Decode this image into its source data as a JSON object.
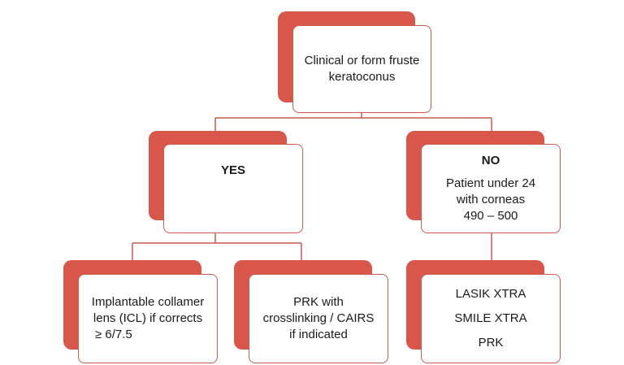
{
  "root": {
    "lines": [
      "Clinical or form fruste",
      "keratoconus"
    ]
  },
  "yes": {
    "heading": "YES"
  },
  "no": {
    "heading": "NO",
    "lines": [
      "Patient under 24",
      "with corneas",
      "490 – 500"
    ]
  },
  "yes_left": {
    "lines": [
      "Implantable collamer",
      "lens (ICL) if corrects",
      "≥ 6/7.5"
    ]
  },
  "yes_right": {
    "lines": [
      "PRK with",
      "crosslinking / CAIRS",
      "if indicated"
    ]
  },
  "no_child": {
    "lines": [
      "LASIK XTRA",
      "SMILE XTRA",
      "PRK"
    ]
  },
  "colors": {
    "accent": "#d9574a",
    "border": "#cf5a4e",
    "line": "#c8584c"
  }
}
